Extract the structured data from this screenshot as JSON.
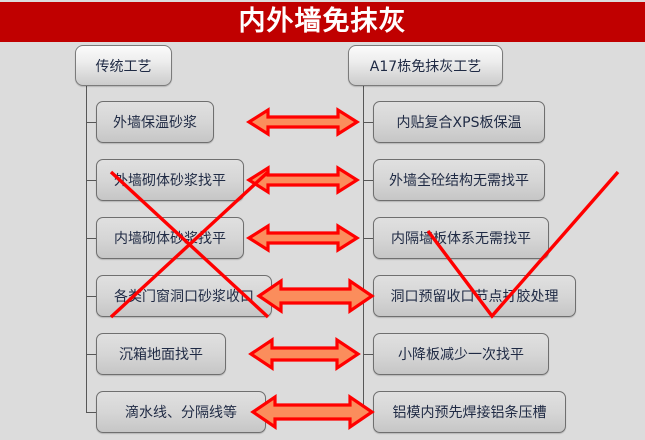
{
  "title": "内外墙免抹灰",
  "colors": {
    "banner": "#c00000",
    "background": "#dcdcdc",
    "arrow_fill": "#fb8d5c",
    "arrow_stroke": "#ff0000",
    "mark_red": "#ff0000",
    "node_text": "#1f2a44",
    "connector": "#575757"
  },
  "left_column": {
    "root_label": "传统工艺",
    "items": [
      {
        "label": "外墙保温砂浆"
      },
      {
        "label": "外墙砌体砂浆找平"
      },
      {
        "label": "内墙砌体砂浆找平"
      },
      {
        "label": "各类门窗洞口砂浆收口"
      },
      {
        "label": "沉箱地面找平"
      },
      {
        "label": "滴水线、分隔线等"
      }
    ]
  },
  "right_column": {
    "root_label": "A17栋免抹灰工艺",
    "items": [
      {
        "label": "内贴复合XPS板保温"
      },
      {
        "label": "外墙全砼结构无需找平"
      },
      {
        "label": "内隔墙板体系无需找平"
      },
      {
        "label": "洞口预留收口节点打胶处理"
      },
      {
        "label": "小降板减少一次找平"
      },
      {
        "label": "铝模内预先焊接铝条压槽"
      }
    ]
  },
  "annotations": {
    "left_mark": "red-cross-mark",
    "right_mark": "red-check-mark",
    "arrow_count": 6,
    "arrow_type": "double-headed-horizontal-arrow"
  }
}
